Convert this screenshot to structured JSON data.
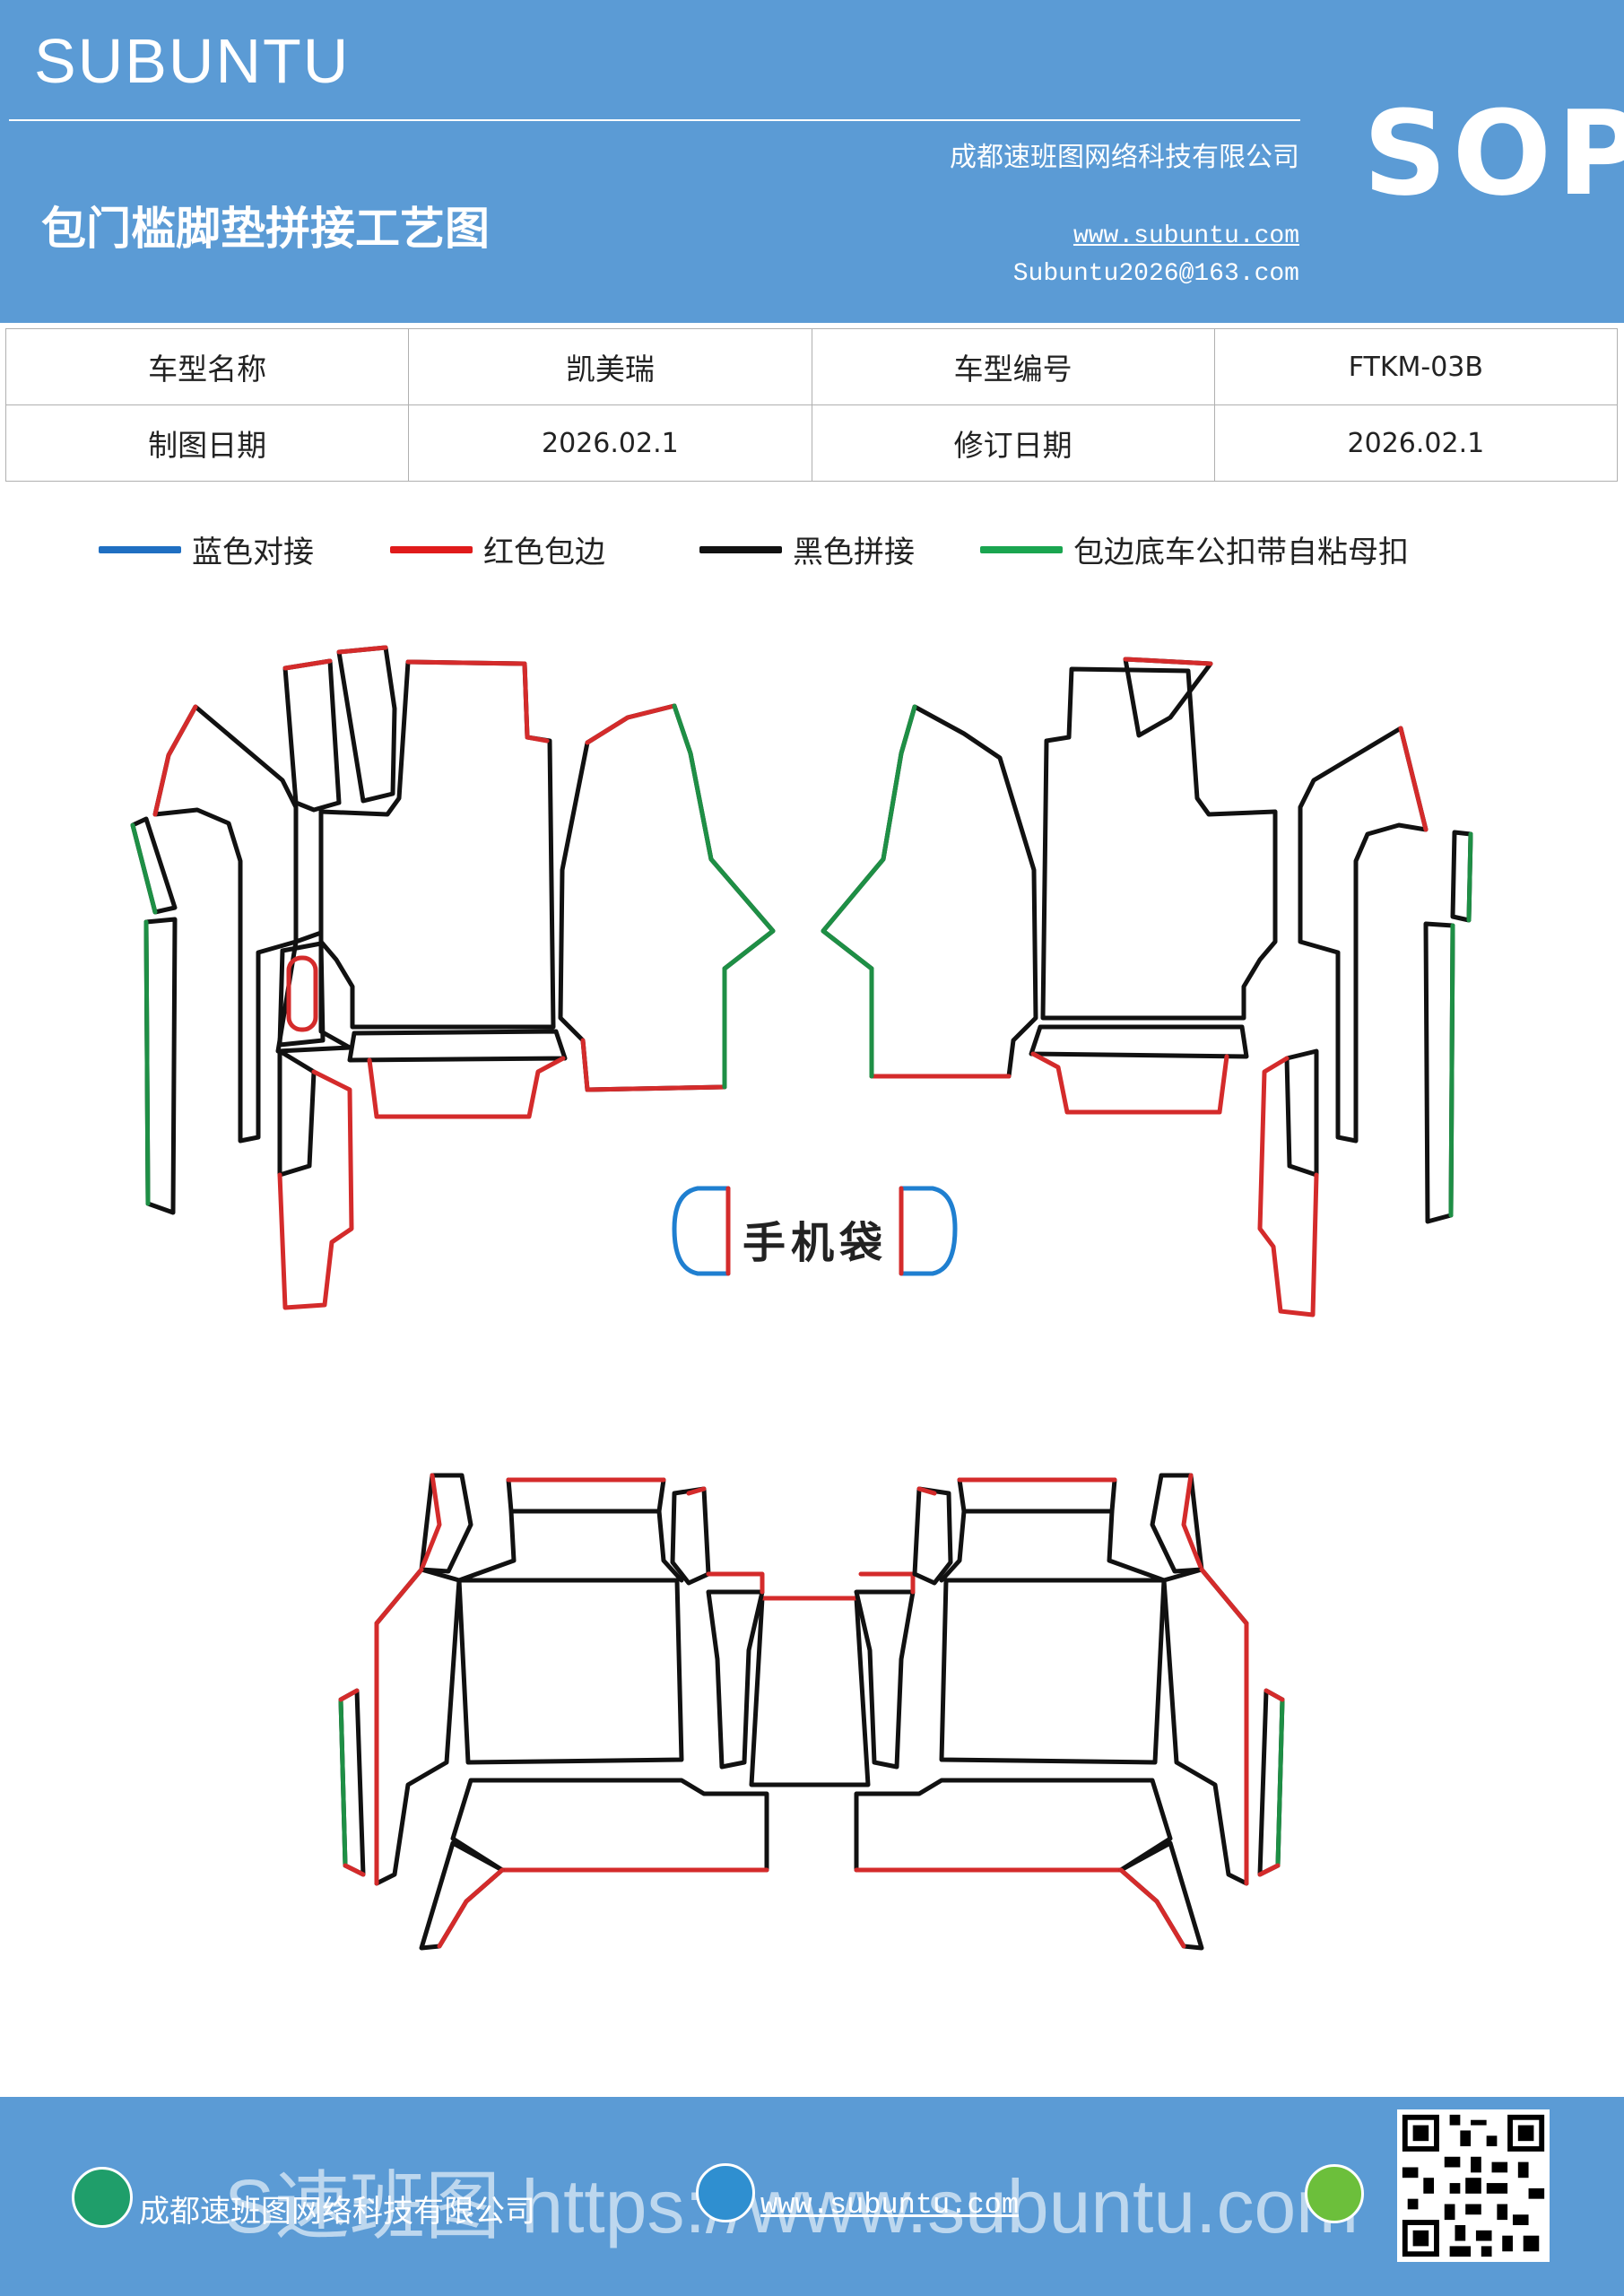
{
  "header": {
    "brand": "SUBUNTU",
    "company": "成都速班图网络科技有限公司",
    "title": "包门槛脚垫拼接工艺图",
    "website": "www.subuntu.com",
    "email": "Subuntu2026@163.com",
    "badge": "SOP"
  },
  "info_table": {
    "rows": [
      [
        "车型名称",
        "凯美瑞",
        "车型编号",
        "FTKM-03B"
      ],
      [
        "制图日期",
        "2026.02.1",
        "修订日期",
        "2026.02.1"
      ]
    ]
  },
  "legend": {
    "items": [
      {
        "label": "蓝色对接",
        "color": "#1f6fc2"
      },
      {
        "label": "红色包边",
        "color": "#e01b1b"
      },
      {
        "label": "黑色拼接",
        "color": "#111111"
      },
      {
        "label": "包边底车公扣带自粘母扣",
        "color": "#1aa550"
      }
    ]
  },
  "diagram": {
    "phone_pocket_label": "手机袋",
    "colors": {
      "black": "#111111",
      "red": "#d42b2b",
      "green": "#1e8f45",
      "blue": "#1f7fd0"
    }
  },
  "footer": {
    "company": "成都速班图网络科技有限公司",
    "watermark": "S速班图 https://www.subuntu.com",
    "website": "www.subuntu.com"
  }
}
